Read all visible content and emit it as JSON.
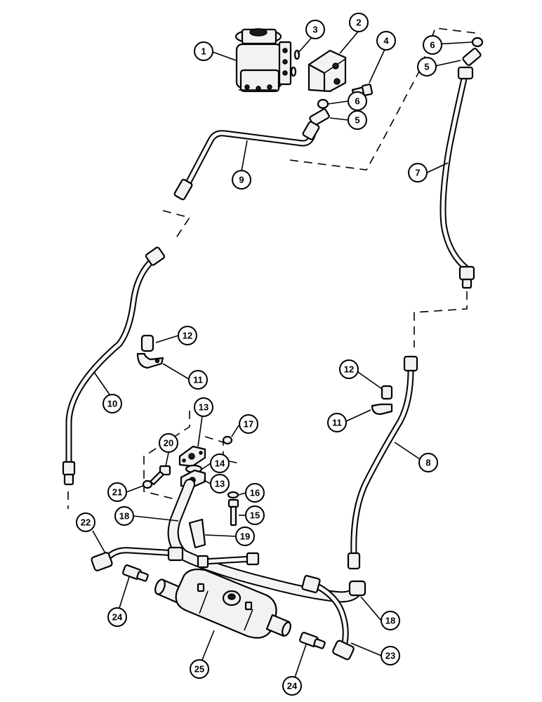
{
  "callouts": [
    {
      "id": "c1",
      "label": "1"
    },
    {
      "id": "c2",
      "label": "2"
    },
    {
      "id": "c3",
      "label": "3"
    },
    {
      "id": "c4",
      "label": "4"
    },
    {
      "id": "c5a",
      "label": "5"
    },
    {
      "id": "c6a",
      "label": "6"
    },
    {
      "id": "c6b",
      "label": "6"
    },
    {
      "id": "c5b",
      "label": "5"
    },
    {
      "id": "c7",
      "label": "7"
    },
    {
      "id": "c9",
      "label": "9"
    },
    {
      "id": "c12a",
      "label": "12"
    },
    {
      "id": "c11a",
      "label": "11"
    },
    {
      "id": "c10",
      "label": "10"
    },
    {
      "id": "c12b",
      "label": "12"
    },
    {
      "id": "c11b",
      "label": "11"
    },
    {
      "id": "c8",
      "label": "8"
    },
    {
      "id": "c13a",
      "label": "13"
    },
    {
      "id": "c17",
      "label": "17"
    },
    {
      "id": "c20",
      "label": "20"
    },
    {
      "id": "c14",
      "label": "14"
    },
    {
      "id": "c13b",
      "label": "13"
    },
    {
      "id": "c21",
      "label": "21"
    },
    {
      "id": "c16",
      "label": "16"
    },
    {
      "id": "c18a",
      "label": "18"
    },
    {
      "id": "c15",
      "label": "15"
    },
    {
      "id": "c19",
      "label": "19"
    },
    {
      "id": "c22",
      "label": "22"
    },
    {
      "id": "c18b",
      "label": "18"
    },
    {
      "id": "c24a",
      "label": "24"
    },
    {
      "id": "c23",
      "label": "23"
    },
    {
      "id": "c25",
      "label": "25"
    },
    {
      "id": "c24b",
      "label": "24"
    }
  ]
}
